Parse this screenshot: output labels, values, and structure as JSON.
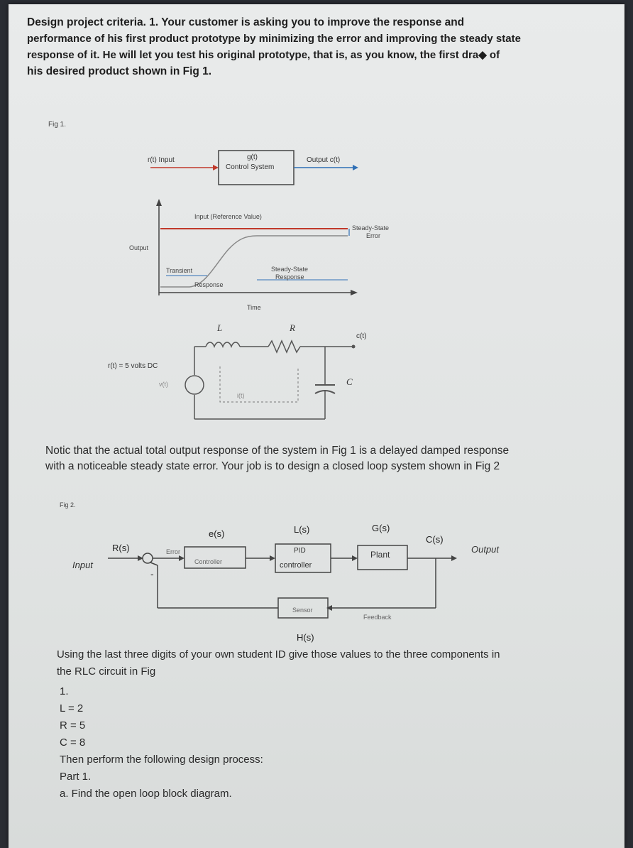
{
  "intro": {
    "line1": "Design project criteria. 1. Your customer is asking you to improve the response and",
    "line2": "performance of his first product prototype by minimizing the error and improving the steady state",
    "line3": "response of it. He will let you test his original prototype, that is, as you know, the first dra◆ of",
    "line4": "his desired product shown in Fig 1."
  },
  "fig1": {
    "label": "Fig 1.",
    "block": {
      "input_label": "r(t) Input",
      "block_top": "g(t)",
      "block_label": "Control System",
      "output_label": "Output c(t)"
    },
    "graph": {
      "reference": "Input (Reference Value)",
      "ylabel": "Output",
      "xlabel": "Time",
      "transient": "Transient",
      "response": "Response",
      "ss_response_1": "Steady-State",
      "ss_response_2": "Response",
      "ss_error_1": "Steady-State",
      "ss_error_2": "Error"
    },
    "circuit": {
      "L": "L",
      "R": "R",
      "C": "C",
      "ct": "c(t)",
      "source": "r(t) = 5 volts DC",
      "vt": "v(t)",
      "it": "i(t)"
    }
  },
  "mid_text": {
    "line1": "Notic that the actual total output response of the system in Fig 1 is a delayed damped response",
    "line2": "with a noticeable steady state error. Your job is to design a closed loop system shown in Fig 2"
  },
  "fig2": {
    "label": "Fig 2.",
    "Rs": "R(s)",
    "input": "Input",
    "error": "Error",
    "es": "e(s)",
    "controller": "Controller",
    "Ls": "L(s)",
    "pid_1": "PID",
    "pid_2": "controller",
    "Gs": "G(s)",
    "plant": "Plant",
    "Cs": "C(s)",
    "output": "Output",
    "sensor": "Sensor",
    "feedback": "Feedback",
    "Hs": "H(s)",
    "minus": "-"
  },
  "tail": {
    "line1": "Using the last three digits of your own student ID give those values to the three components in",
    "line2": "the RLC circuit in Fig",
    "line3": "1.",
    "L_val": "L = 2",
    "R_val": "R = 5",
    "C_val": "C = 8",
    "line4": "Then perform the following design process:",
    "part": "Part 1.",
    "task_a": "a. Find the open loop block diagram."
  }
}
